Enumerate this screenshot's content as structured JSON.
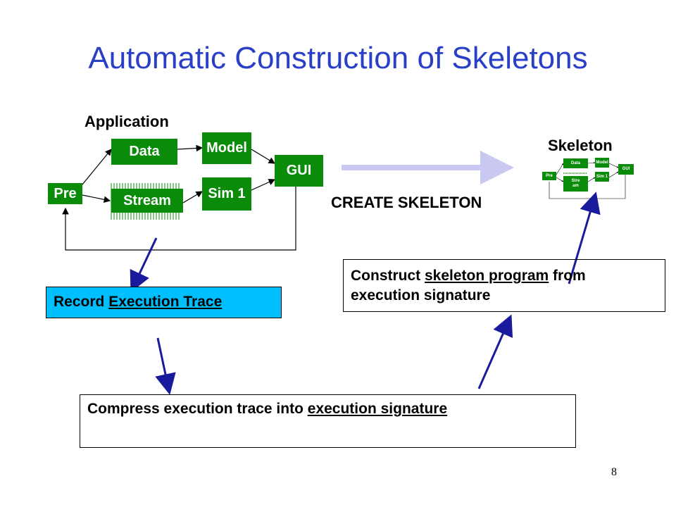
{
  "slide": {
    "title": "Automatic Construction of Skeletons",
    "page_number": "8"
  },
  "application": {
    "label": "Application",
    "boxes": {
      "pre": "Pre",
      "data": "Data",
      "stream": "Stream",
      "model": "Model",
      "sim": "Sim 1",
      "gui": "GUI"
    }
  },
  "skeleton": {
    "label": "Skeleton",
    "boxes": {
      "pre": "Pre",
      "data": "Data",
      "stream_line1": "Stre",
      "stream_line2": "am",
      "model": "Model",
      "sim": "Sim 1",
      "gui": "GUI"
    }
  },
  "create_label": "CREATE SKELETON",
  "record_box": {
    "text_before": "Record ",
    "text_underlined": "Execution Trace",
    "background": "#00bfff"
  },
  "construct_box": {
    "text_before": "Construct ",
    "text_underlined": "skeleton program",
    "text_after": " from",
    "line2": "execution signature"
  },
  "compress_box": {
    "text_before": "Compress execution trace into ",
    "text_underlined": "execution signature"
  },
  "colors": {
    "title": "#2a3fc8",
    "box_green": "#0a8c0a",
    "arrow_blue": "#1a1a9c",
    "big_arrow": "#c8c8f0"
  }
}
